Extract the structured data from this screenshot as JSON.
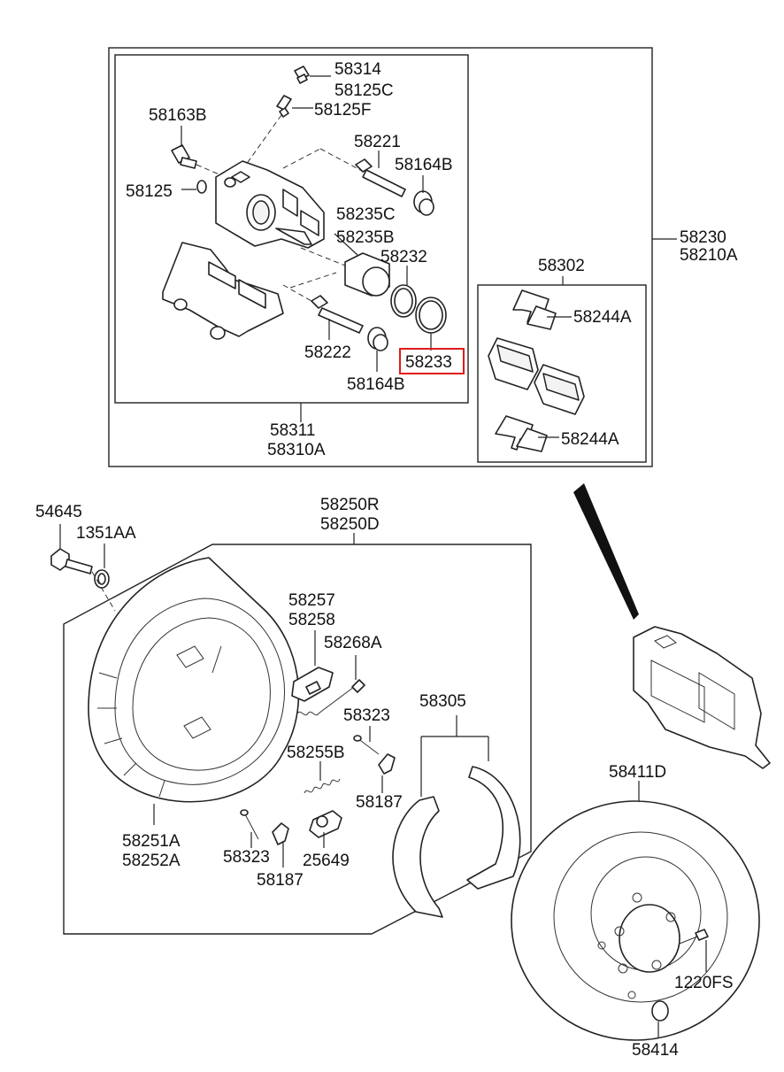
{
  "labels": {
    "l58314": "58314",
    "l58125C": "58125C",
    "l58125F": "58125F",
    "l58163B": "58163B",
    "l58221": "58221",
    "l58164B_top": "58164B",
    "l58125": "58125",
    "l58235C": "58235C",
    "l58235B": "58235B",
    "l58232": "58232",
    "l58222": "58222",
    "l58233": "58233",
    "l58164B_bot": "58164B",
    "l58311": "58311",
    "l58310A": "58310A",
    "l58230": "58230",
    "l58210A": "58210A",
    "l58302": "58302",
    "l58244A_top": "58244A",
    "l58244A_bot": "58244A",
    "l54645": "54645",
    "l1351AA": "1351AA",
    "l58250R": "58250R",
    "l58250D": "58250D",
    "l58257": "58257",
    "l58258": "58258",
    "l58268A": "58268A",
    "l58323_top": "58323",
    "l58305": "58305",
    "l58255B": "58255B",
    "l58187_top": "58187",
    "l58251A": "58251A",
    "l58252A": "58252A",
    "l58323_bot": "58323",
    "l25649": "25649",
    "l58187_bot": "58187",
    "l58411D": "58411D",
    "l1220FS": "1220FS",
    "l58414": "58414"
  },
  "highlight": {
    "color": "#e01b1b"
  }
}
